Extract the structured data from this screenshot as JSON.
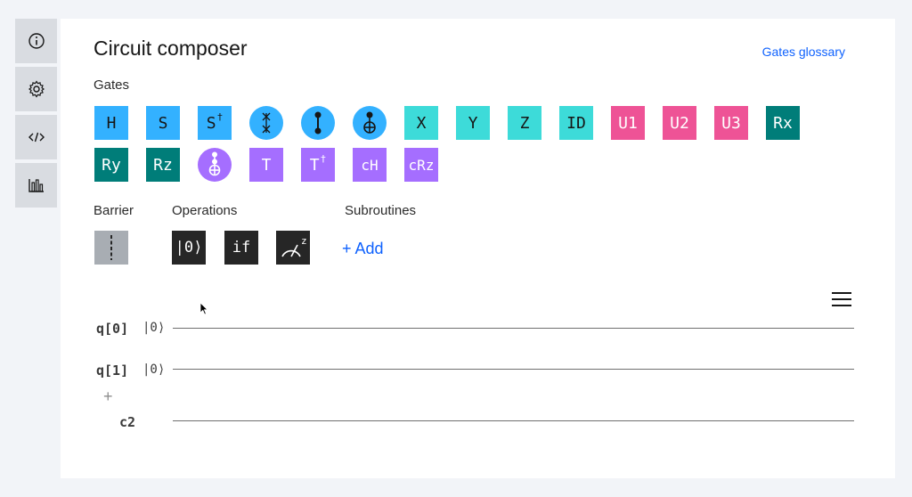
{
  "sidebar": {
    "items": [
      {
        "name": "info-icon"
      },
      {
        "name": "gear-icon"
      },
      {
        "name": "code-icon"
      },
      {
        "name": "bar-chart-icon"
      }
    ]
  },
  "header": {
    "title": "Circuit composer",
    "glossary_link": "Gates glossary"
  },
  "sections": {
    "gates": "Gates",
    "barrier": "Barrier",
    "operations": "Operations",
    "subroutines": "Subroutines",
    "add": "+ Add"
  },
  "gates": {
    "row1": [
      {
        "label": "H",
        "color": "#33b1ff"
      },
      {
        "label": "S",
        "color": "#33b1ff"
      },
      {
        "label": "S",
        "sup": "†",
        "color": "#33b1ff"
      },
      {
        "label": "",
        "icon": "swap-icon",
        "color": "#33b1ff"
      },
      {
        "label": "",
        "icon": "cz-icon",
        "color": "#33b1ff"
      },
      {
        "label": "",
        "icon": "cnot-icon",
        "color": "#33b1ff"
      },
      {
        "label": "X",
        "color": "#3ddbd9"
      },
      {
        "label": "Y",
        "color": "#3ddbd9"
      },
      {
        "label": "Z",
        "color": "#3ddbd9"
      },
      {
        "label": "ID",
        "color": "#3ddbd9"
      },
      {
        "label": "U1",
        "color": "#ee5396"
      },
      {
        "label": "U2",
        "color": "#ee5396"
      },
      {
        "label": "U3",
        "color": "#ee5396"
      },
      {
        "label": "Rx",
        "color": "#007d79"
      }
    ],
    "row2": [
      {
        "label": "Ry",
        "color": "#007d79"
      },
      {
        "label": "Rz",
        "color": "#007d79"
      },
      {
        "label": "",
        "icon": "toffoli-icon",
        "color": "#a56eff"
      },
      {
        "label": "T",
        "color": "#a56eff"
      },
      {
        "label": "T",
        "sup": "†",
        "color": "#a56eff"
      },
      {
        "label": "cH",
        "color": "#a56eff"
      },
      {
        "label": "cRz",
        "color": "#a56eff"
      }
    ]
  },
  "operations": {
    "reset": "|0⟩",
    "if": "if",
    "measure_icon": "measure-icon",
    "measure_sup": "z"
  },
  "circuit": {
    "qubits": [
      {
        "label": "q[0]",
        "init": "|0⟩"
      },
      {
        "label": "q[1]",
        "init": "|0⟩"
      }
    ],
    "add_qubit": "+",
    "classical": [
      {
        "label": "c2"
      }
    ]
  }
}
